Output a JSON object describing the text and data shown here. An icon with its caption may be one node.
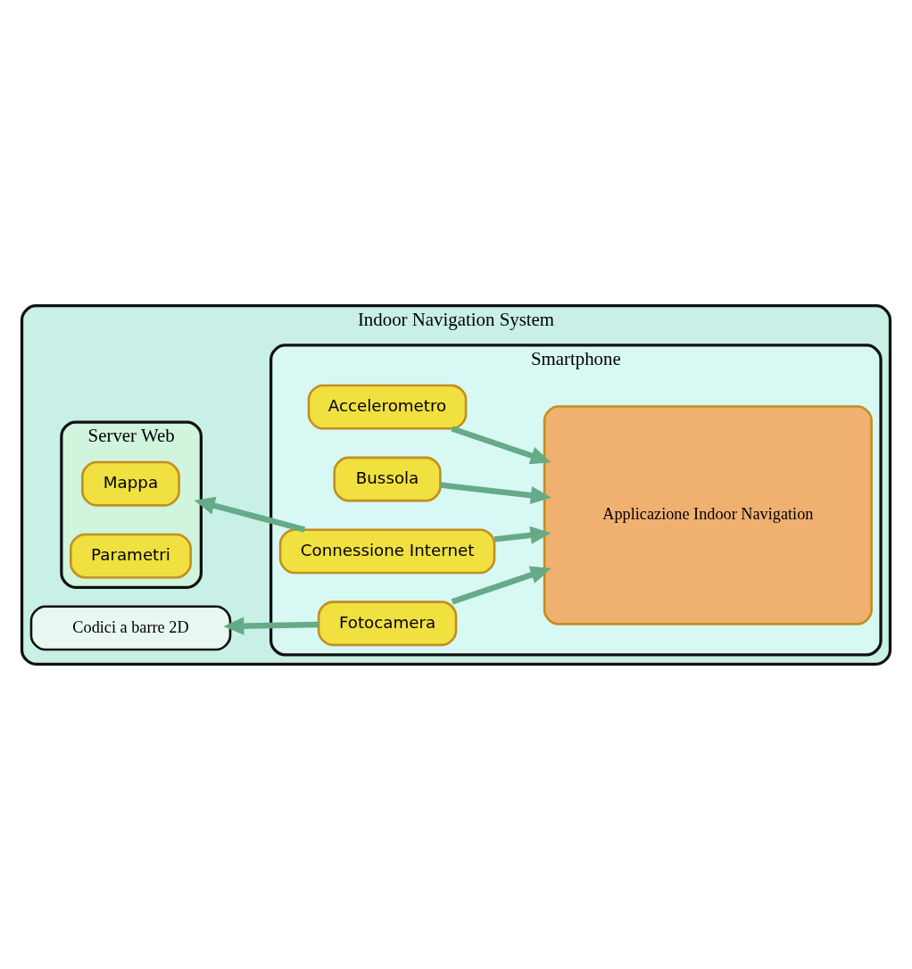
{
  "diagram": {
    "nodes": [
      {
        "text": [
          "Indoor Navigation System"
        ]
      },
      {
        "text": [
          "Smartphone"
        ],
        "in": 0
      },
      {
        "text": [
          "Accelerometro"
        ],
        "in": 1
      },
      {
        "text": [
          "Bussola"
        ],
        "in": 1
      },
      {
        "text": [
          "Fotocamera"
        ],
        "in": 1
      },
      {
        "text": [
          "Connessione Internet"
        ],
        "in": 1
      },
      {
        "text": [
          "Applicazione Indoor Navigation"
        ],
        "in": 1
      },
      {
        "text": [
          "Codici a barre 2D"
        ],
        "in": 0
      },
      {
        "text": [
          "Server Web"
        ],
        "in": 0
      },
      {
        "text": [
          "Mappa"
        ],
        "in": 8
      },
      {
        "text": [
          "Parametri"
        ],
        "in": 8
      }
    ],
    "edges": [
      {
        "from": 2,
        "to": 6,
        "arrow": "to"
      },
      {
        "from": 3,
        "to": 6,
        "arrow": "to"
      },
      {
        "from": 4,
        "to": 6,
        "arrow": "to"
      },
      {
        "from": 4,
        "to": 7,
        "arrow": "to"
      },
      {
        "from": 5,
        "to": 6,
        "arrow": "to"
      },
      {
        "from": 5,
        "to": 8,
        "arrow": "to"
      }
    ]
  }
}
